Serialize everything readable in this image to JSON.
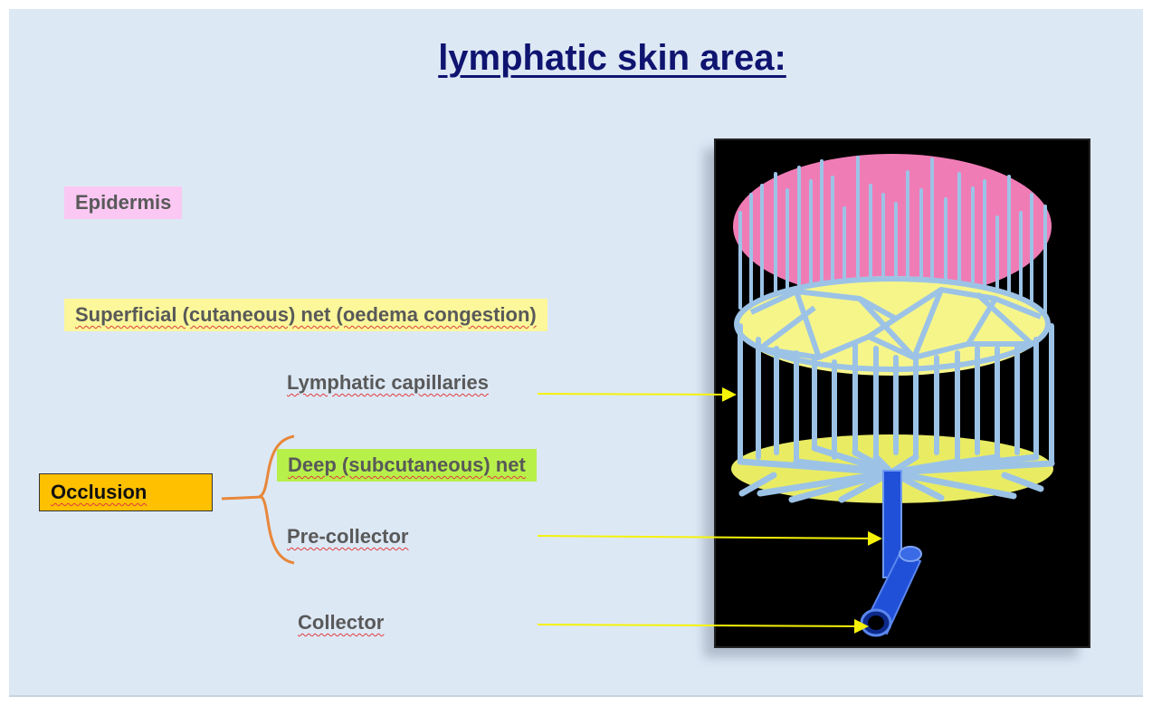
{
  "slide": {
    "title": "lymphatic skin area:",
    "labels": {
      "epidermis": "Epidermis",
      "superficial_net": "Superficial (cutaneous) net (oedema congestion)",
      "lymphatic_capillaries": "Lymphatic capillaries",
      "deep_net": "Deep (subcutaneous) net",
      "pre_collector": "Pre-collector",
      "collector": "Collector",
      "occlusion": "Occlusion"
    }
  },
  "figure": {
    "icon": "lymphatic-network-illustration-icon",
    "background_color": "#000000",
    "epidermis_color": "#f07cb6",
    "superficial_layer_color": "#f6f58a",
    "deep_layer_color": "#e9ec63",
    "vessel_color": "#9cc3e6",
    "collector_color": "#2150d8"
  },
  "colors": {
    "title": "#0f1470",
    "arrow": "#f5f20a",
    "brace": "#e8873a",
    "occlusion_box": "#ffc000"
  }
}
